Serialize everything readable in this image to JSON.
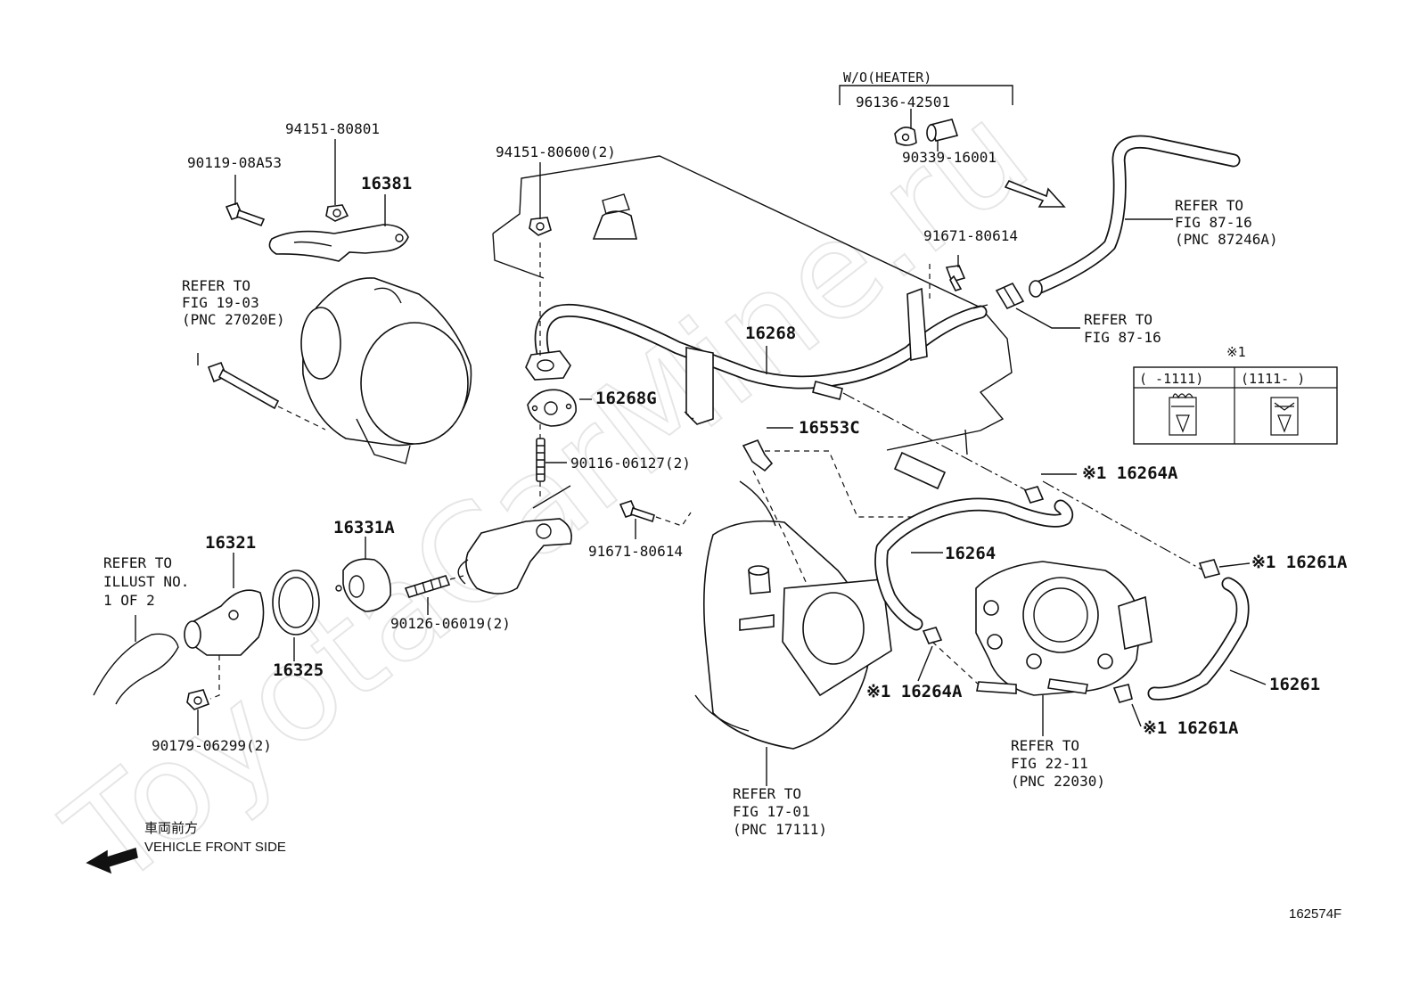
{
  "watermark": "ToyotaCarMine.ru",
  "figure_code": "162574F",
  "front_arrow": {
    "japanese": "車両前方",
    "english": "VEHICLE FRONT SIDE"
  },
  "variant_group": {
    "heading": "W/O(HEATER)",
    "parts": [
      "96136-42501",
      "90339-16001"
    ]
  },
  "legend_table": {
    "marker": "※1",
    "columns": [
      "(   -1111)",
      "(1111-    )"
    ]
  },
  "labels": {
    "p90119": "90119-08A53",
    "p94151a": "94151-80801",
    "p16381": "16381",
    "p94151b": "94151-80600(2)",
    "p16268": "16268",
    "p16268g": "16268G",
    "p90116": "90116-06127(2)",
    "p91671a": "91671-80614",
    "p91671b": "91671-80614",
    "p16553c": "16553C",
    "p16264": "16264",
    "p16264a_top": "※1 16264A",
    "p16264a_bot": "※1 16264A",
    "p16261a_top": "※1 16261A",
    "p16261a_bot": "※1 16261A",
    "p16261": "16261",
    "p16321": "16321",
    "p16325": "16325",
    "p16331a": "16331A",
    "p90126": "90126-06019(2)",
    "p90179": "90179-06299(2)"
  },
  "refer_notes": {
    "r_fig19": [
      "REFER TO",
      "FIG 19-03",
      "(PNC 27020E)"
    ],
    "r_fig87a": [
      "REFER TO",
      "FIG 87-16",
      "(PNC 87246A)"
    ],
    "r_fig87b": [
      "REFER TO",
      "FIG 87-16"
    ],
    "r_illust": [
      "REFER TO",
      "ILLUST NO.",
      "1 OF 2"
    ],
    "r_fig17": [
      "REFER TO",
      "FIG 17-01",
      "(PNC 17111)"
    ],
    "r_fig22": [
      "REFER TO",
      "FIG 22-11",
      "(PNC 22030)"
    ]
  }
}
